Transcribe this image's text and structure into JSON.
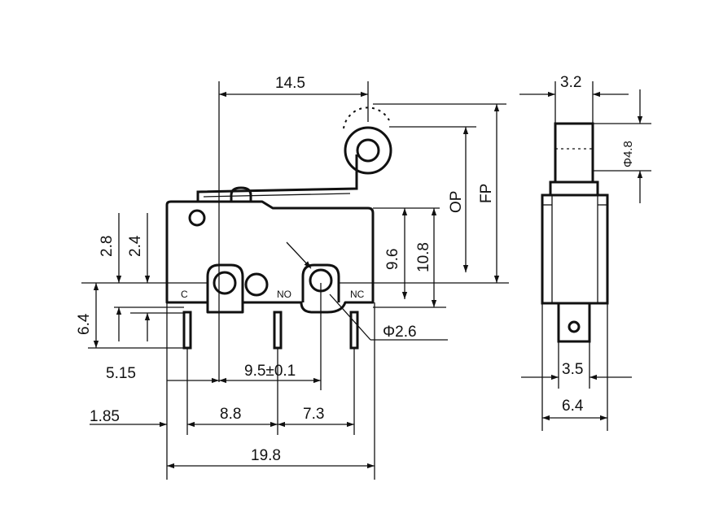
{
  "dimensions": {
    "lever_length": "14.5",
    "side_width": "3.2",
    "roller_dia": "Φ4.8",
    "op": "OP",
    "fp": "FP",
    "h_2_8": "2.8",
    "h_2_4": "2.4",
    "h_6_4": "6.4",
    "h_9_6": "9.6",
    "h_10_8": "10.8",
    "hole_dia": "Φ2.6",
    "d_5_15": "5.15",
    "d_9_5": "9.5±0.1",
    "d_1_85": "1.85",
    "d_8_8": "8.8",
    "d_7_3": "7.3",
    "d_19_8": "19.8",
    "side_3_5": "3.5",
    "side_6_4": "6.4"
  },
  "terminals": {
    "c": "C",
    "no": "NO",
    "nc": "NC"
  }
}
